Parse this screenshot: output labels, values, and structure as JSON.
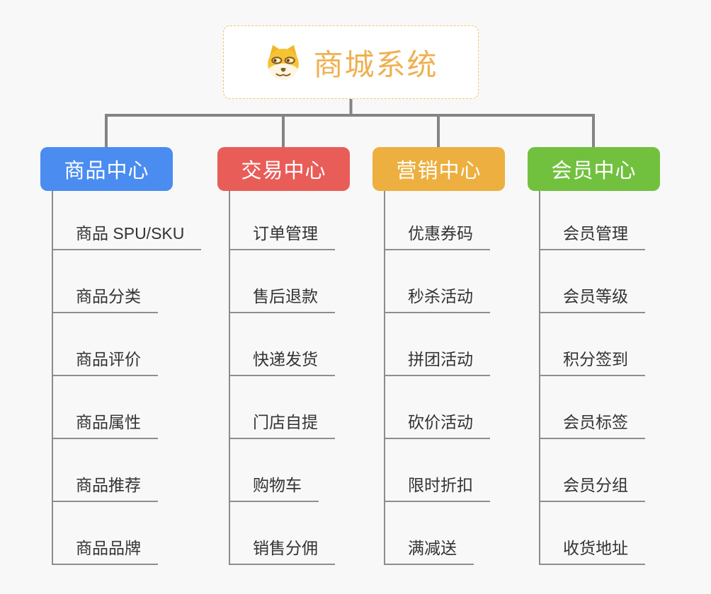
{
  "root": {
    "title": "商城系统",
    "icon": "dog-icon"
  },
  "branches": [
    {
      "label": "商品中心",
      "color": "#4a8cf0",
      "items": [
        "商品 SPU/SKU",
        "商品分类",
        "商品评价",
        "商品属性",
        "商品推荐",
        "商品品牌"
      ]
    },
    {
      "label": "交易中心",
      "color": "#e95d58",
      "items": [
        "订单管理",
        "售后退款",
        "快递发货",
        "门店自提",
        "购物车",
        "销售分佣"
      ]
    },
    {
      "label": "营销中心",
      "color": "#edaf3f",
      "items": [
        "优惠券码",
        "秒杀活动",
        "拼团活动",
        "砍价活动",
        "限时折扣",
        "满减送"
      ]
    },
    {
      "label": "会员中心",
      "color": "#71c13f",
      "items": [
        "会员管理",
        "会员等级",
        "积分签到",
        "会员标签",
        "会员分组",
        "收货地址"
      ]
    }
  ],
  "colors": {
    "background": "#f8f8f8",
    "root_border": "#f2c36b",
    "root_text": "#efb052",
    "connector_line": "#848484",
    "spine_line": "#8c8c8c",
    "item_text": "#333333"
  }
}
